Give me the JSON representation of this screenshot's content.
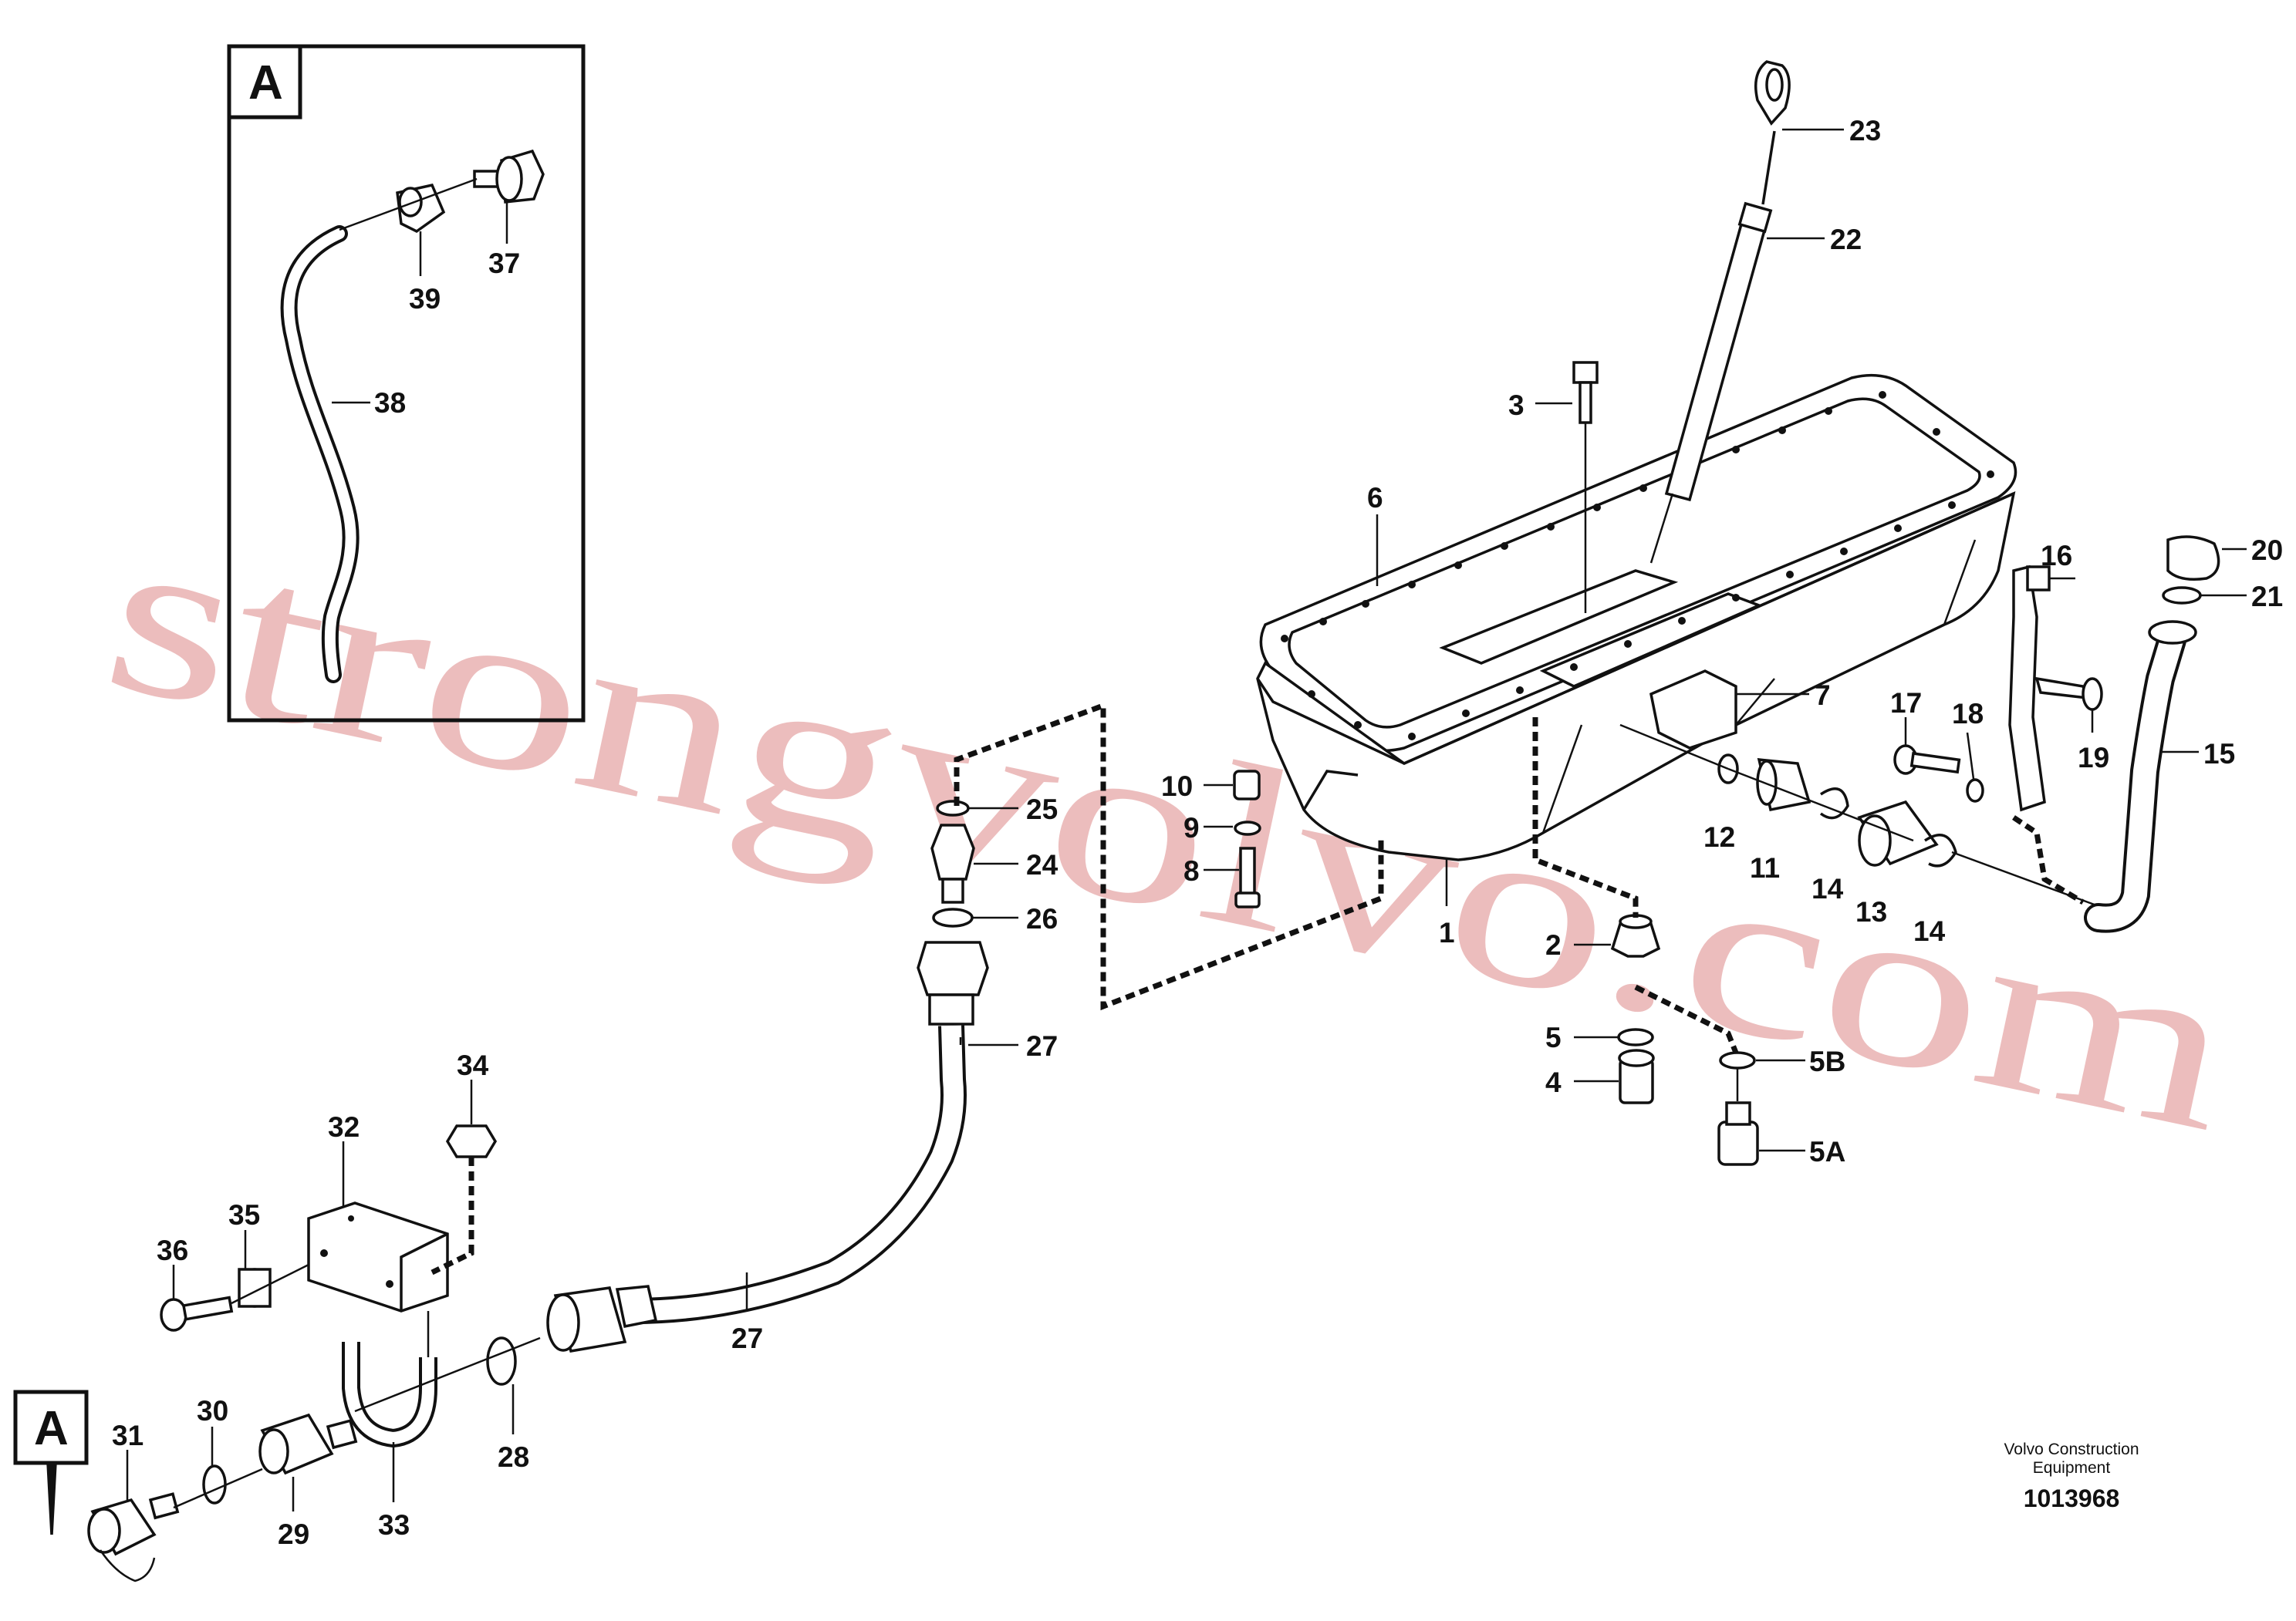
{
  "detail_view": {
    "letter": "A"
  },
  "reference_marker": {
    "letter": "A"
  },
  "watermark": "strongvolvo.com",
  "footer": {
    "publisher_line1": "Volvo Construction",
    "publisher_line2": "Equipment",
    "document_number": "1013968"
  },
  "callouts": {
    "c1": "1",
    "c2": "2",
    "c3": "3",
    "c4": "4",
    "c5": "5",
    "c5A": "5A",
    "c5B": "5B",
    "c6": "6",
    "c7": "7",
    "c8": "8",
    "c9": "9",
    "c10": "10",
    "c11": "11",
    "c12": "12",
    "c13": "13",
    "c14a": "14",
    "c14b": "14",
    "c15": "15",
    "c16": "16",
    "c17": "17",
    "c18": "18",
    "c19": "19",
    "c20": "20",
    "c21": "21",
    "c22": "22",
    "c23": "23",
    "c24": "24",
    "c25": "25",
    "c26": "26",
    "c27a": "27",
    "c27b": "27",
    "c28": "28",
    "c29": "29",
    "c30": "30",
    "c31": "31",
    "c32": "32",
    "c33": "33",
    "c34": "34",
    "c35": "35",
    "c36": "36",
    "c37": "37",
    "c38": "38",
    "c39": "39"
  }
}
